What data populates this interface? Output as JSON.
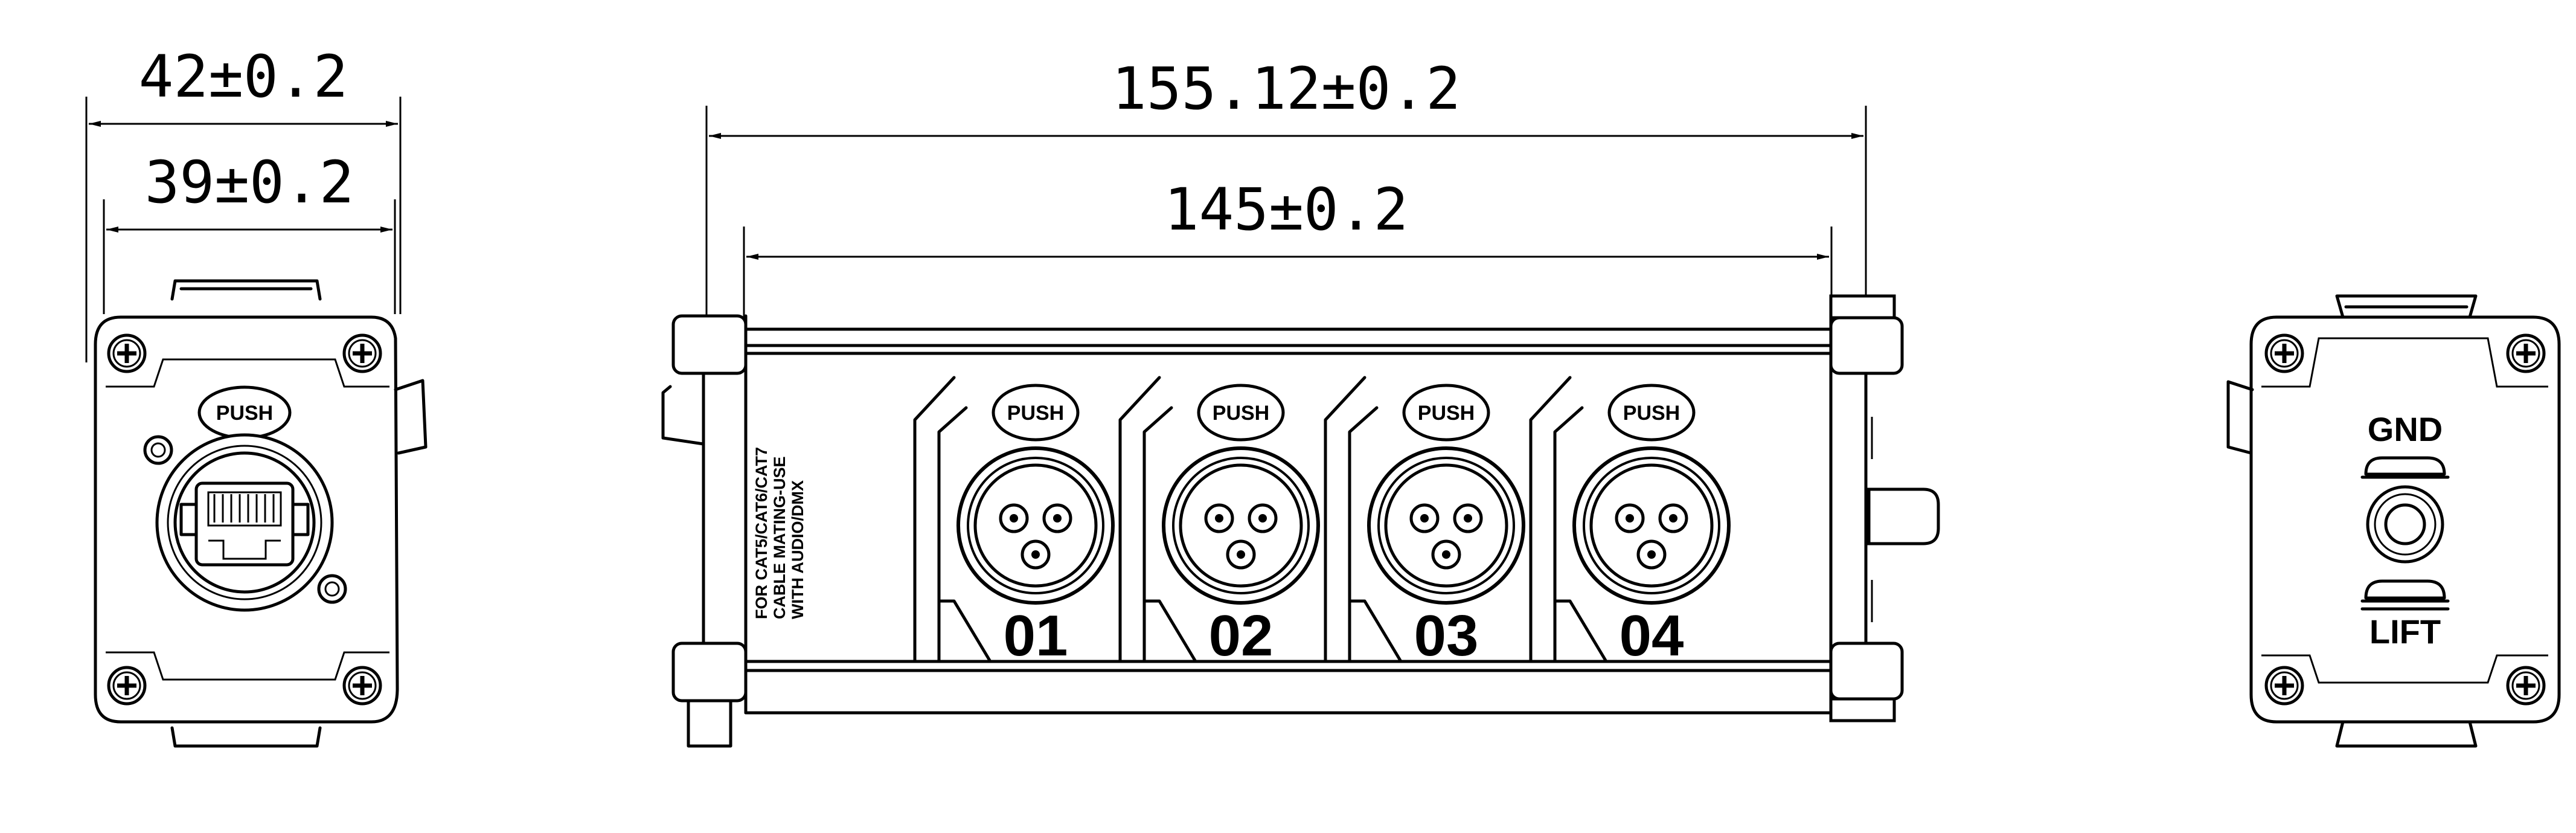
{
  "dimensions": {
    "left_outer": "42±0.2",
    "left_inner": "39±0.2",
    "center_outer": "155.12±0.2",
    "center_inner": "145±0.2"
  },
  "left_view": {
    "push_label": "PUSH"
  },
  "center_view": {
    "side_label_lines": [
      "FOR CAT5/CAT6/CAT7",
      "CABLE MATING-USE",
      "WITH AUDIO/DMX"
    ],
    "ports": [
      {
        "push_label": "PUSH",
        "number": "01"
      },
      {
        "push_label": "PUSH",
        "number": "02"
      },
      {
        "push_label": "PUSH",
        "number": "03"
      },
      {
        "push_label": "PUSH",
        "number": "04"
      }
    ]
  },
  "right_view": {
    "top_label": "GND",
    "bottom_label": "LIFT"
  }
}
